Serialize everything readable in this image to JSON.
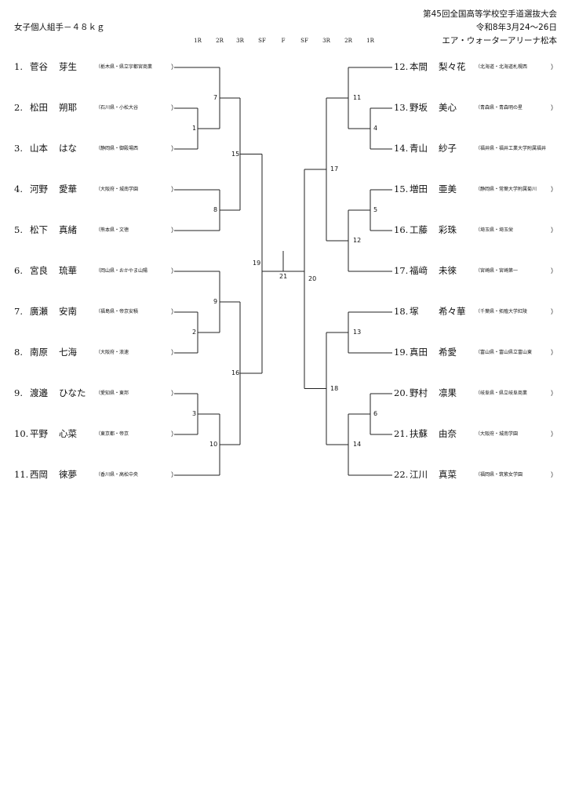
{
  "header": {
    "category": "女子個人組手－４８ｋｇ",
    "event": "第45回全国高等学校空手道選抜大会",
    "date": "令和8年3月24～26日",
    "venue": "エア・ウォーターアリーナ松本"
  },
  "rounds": [
    "1R",
    "2R",
    "3R",
    "SF",
    "F",
    "SF",
    "3R",
    "2R",
    "1R"
  ],
  "left": [
    {
      "no": "1.",
      "sur": "菅谷",
      "given": "芽生",
      "school": "（栃木県・県立宇都宮商業",
      "close": "）"
    },
    {
      "no": "2.",
      "sur": "松田",
      "given": "朔耶",
      "school": "（石川県・小松大谷",
      "close": "）"
    },
    {
      "no": "3.",
      "sur": "山本",
      "given": "はな",
      "school": "（静岡県・御殿場西",
      "close": "）"
    },
    {
      "no": "4.",
      "sur": "河野",
      "given": "愛華",
      "school": "（大阪府・城南学園",
      "close": "）"
    },
    {
      "no": "5.",
      "sur": "松下",
      "given": "真緒",
      "school": "（熊本県・文徳",
      "close": "）"
    },
    {
      "no": "6.",
      "sur": "宮良",
      "given": "琉華",
      "school": "（岡山県・おかやま山陽",
      "close": "）"
    },
    {
      "no": "7.",
      "sur": "廣瀬",
      "given": "安南",
      "school": "（福島県・帝京安積",
      "close": "）"
    },
    {
      "no": "8.",
      "sur": "南原",
      "given": "七海",
      "school": "（大阪府・浪速",
      "close": "）"
    },
    {
      "no": "9.",
      "sur": "渡邉",
      "given": "ひなた",
      "school": "（愛知県・東邦",
      "close": "）"
    },
    {
      "no": "10.",
      "sur": "平野",
      "given": "心菜",
      "school": "（東京都・帝京",
      "close": "）"
    },
    {
      "no": "11.",
      "sur": "西岡",
      "given": "徠夢",
      "school": "（香川県・高松中央",
      "close": "）"
    }
  ],
  "right": [
    {
      "no": "12.",
      "sur": "本間",
      "given": "梨々花",
      "school": "（北海道・北海道札幌西",
      "close": "）"
    },
    {
      "no": "13.",
      "sur": "野坂",
      "given": "美心",
      "school": "（青森県・青森明の星",
      "close": "）"
    },
    {
      "no": "14.",
      "sur": "青山",
      "given": "紗子",
      "school": "（福井県・福井工業大学附属福井",
      "close": ""
    },
    {
      "no": "15.",
      "sur": "増田",
      "given": "亜美",
      "school": "（静岡県・常葉大学附属菊川",
      "close": "）"
    },
    {
      "no": "16.",
      "sur": "工藤",
      "given": "彩珠",
      "school": "（埼玉県・埼玉栄",
      "close": "）"
    },
    {
      "no": "17.",
      "sur": "福﨑",
      "given": "未徠",
      "school": "（宮崎県・宮崎第一",
      "close": "）"
    },
    {
      "no": "18.",
      "sur": "塚",
      "given": "希々華",
      "school": "（千葉県・拓殖大学紅陵",
      "close": "）"
    },
    {
      "no": "19.",
      "sur": "真田",
      "given": "希愛",
      "school": "（富山県・富山県立富山東",
      "close": "）"
    },
    {
      "no": "20.",
      "sur": "野村",
      "given": "凛果",
      "school": "（岐阜県・県立岐阜商業",
      "close": "）"
    },
    {
      "no": "21.",
      "sur": "扶蘇",
      "given": "由奈",
      "school": "（大阪府・城南学園",
      "close": "）"
    },
    {
      "no": "22.",
      "sur": "江川",
      "given": "真菜",
      "school": "（福岡県・筑紫女学園",
      "close": "）"
    }
  ],
  "matches": [
    "1",
    "2",
    "3",
    "4",
    "5",
    "6",
    "7",
    "8",
    "9",
    "10",
    "11",
    "12",
    "13",
    "14",
    "15",
    "16",
    "17",
    "18",
    "19",
    "20",
    "21"
  ]
}
